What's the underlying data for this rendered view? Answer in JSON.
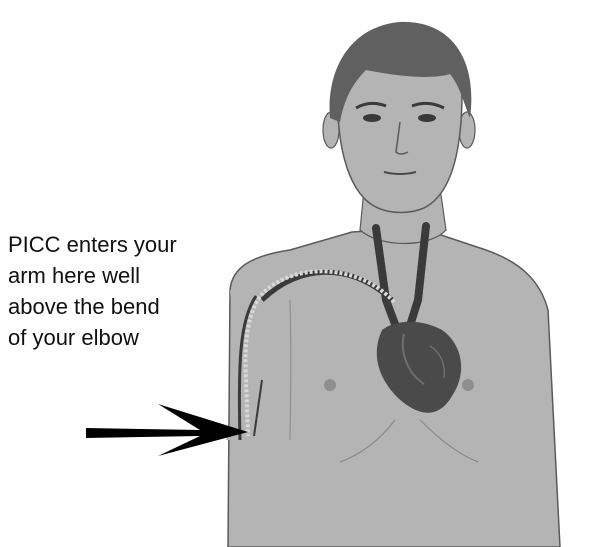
{
  "caption_lines": [
    "PICC enters your",
    "arm here well",
    "above the bend",
    "of your elbow"
  ],
  "colors": {
    "skin": "#b4b4b4",
    "hair": "#606060",
    "outline": "#5a5a5a",
    "vein": "#3a3a3a",
    "heart": "#4a4a4a",
    "arrow": "#000000",
    "text": "#111111"
  }
}
